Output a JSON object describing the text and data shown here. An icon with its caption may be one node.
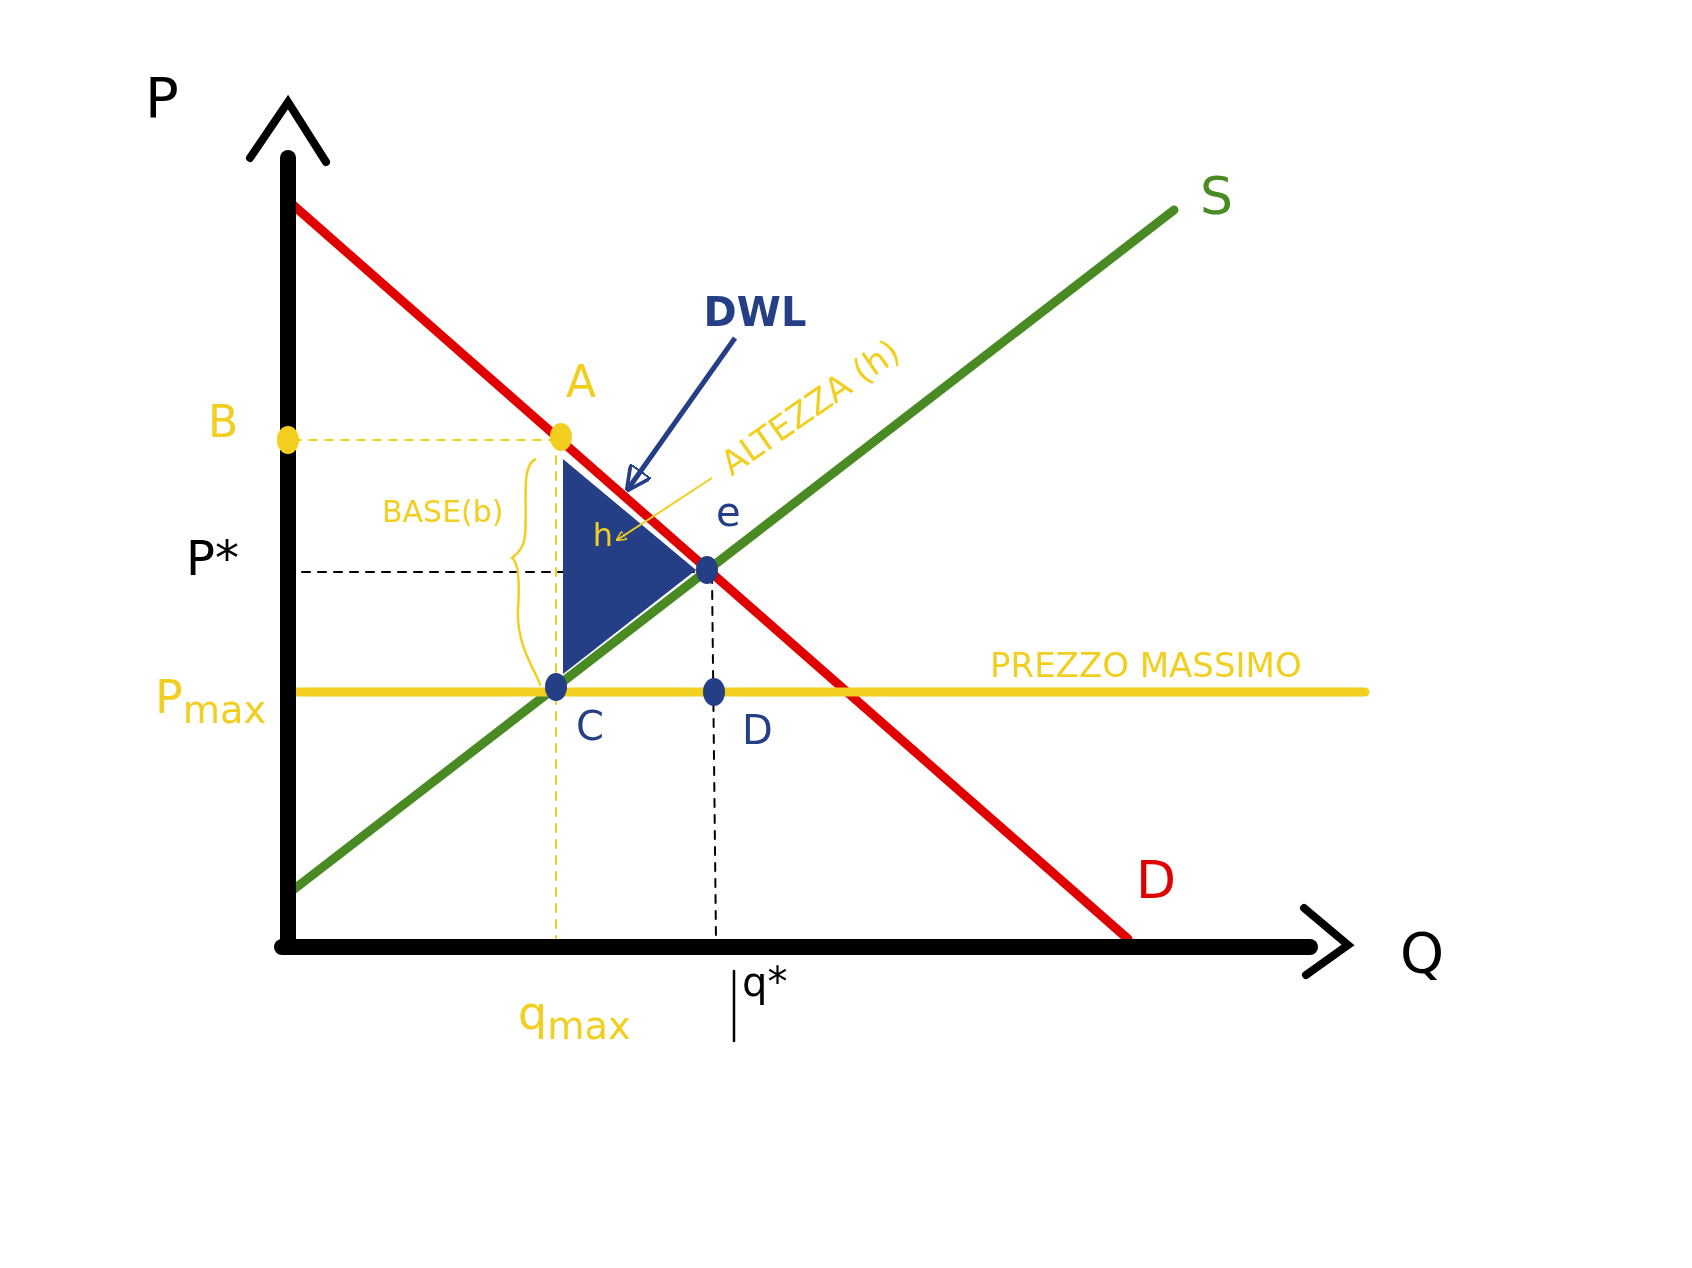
{
  "diagram": {
    "nodes": [
      {
        "text": [
          "DWL"
        ]
      },
      {
        "text": [],
        "shape": "triangle"
      },
      {
        "text": [
          "ALTEZZA (h)"
        ]
      },
      {
        "text": [
          "h"
        ],
        "in": 1
      }
    ],
    "edges": [
      {
        "from": 0,
        "to": 1,
        "arrow": "to",
        "style": "thick",
        "color": "#253f86"
      },
      {
        "from": 2,
        "to": 3,
        "arrow": "to",
        "color": "#f2cf1f"
      }
    ],
    "labels": [
      "P",
      "S",
      "A",
      "B",
      "BASE(b)",
      "e",
      "P*",
      "PREZZO MASSIMO",
      "P$_{max}$",
      "C",
      "D",
      "D",
      "Q",
      "q*",
      "q$_{max}$"
    ]
  }
}
